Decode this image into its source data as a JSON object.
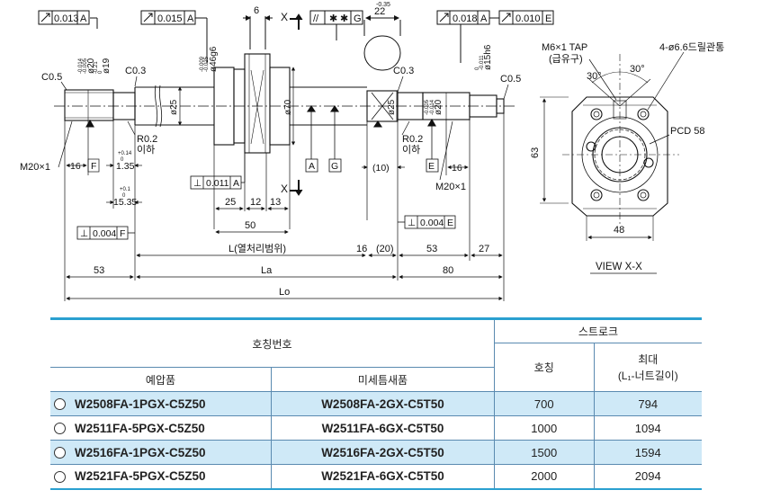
{
  "drawing": {
    "geo_tol": [
      "0.013",
      "A",
      "0.015",
      "A",
      "0.018",
      "A",
      "0.010",
      "E"
    ],
    "sym_tol": [
      "✱",
      "✱",
      "G"
    ],
    "shaft_dims": {
      "d20a": "ø20",
      "d20a_tol": [
        "-0.005",
        "-0.014"
      ],
      "d19": "ø19",
      "d19_tol": [
        "0",
        "-0.21"
      ],
      "d46": "ø46g6",
      "d46_tol": [
        "-0.009",
        "-0.025"
      ],
      "d25a": "ø25",
      "d70": "ø70",
      "d25b": "ø25",
      "d20b": "ø20",
      "d20b_tol": [
        "-0.005",
        "-0.014"
      ],
      "d15": "ø15h6",
      "d15_tol": [
        "0",
        "-0.011"
      ]
    },
    "chamfers": [
      "C0.5",
      "C0.3",
      "C0.3",
      "C0.5"
    ],
    "threads": [
      "M20×1",
      "M20×1"
    ],
    "radius": [
      "R0.2",
      "이하",
      "R0.2",
      "이하"
    ],
    "view_x": "X",
    "key_dims": {
      "six": "6",
      "twentytwo": "22",
      "twentytwo_tol": "-0.35"
    },
    "small_dims": {
      "d16a": "16",
      "d135": "1.35",
      "d135_tol": [
        "+0.14",
        "0"
      ],
      "d1535": "15.35",
      "d1535_tol": [
        "+0.1",
        "0"
      ],
      "d16b": "16",
      "d10": "(10)"
    },
    "datums": [
      "F",
      "A",
      "G",
      "E"
    ],
    "perp": [
      "0.011",
      "A",
      "0.004",
      "F",
      "0.004",
      "E"
    ],
    "nut_dims": [
      "25",
      "12",
      "13",
      "50"
    ],
    "lengths": {
      "L": "L(열처리범위)",
      "d16": "16",
      "d20": "(20)",
      "d53": "53",
      "d27": "27",
      "d53left": "53",
      "La": "La",
      "d80": "80",
      "Lo": "Lo"
    },
    "view": {
      "tap": "M6×1 TAP",
      "tap2": "(급유구)",
      "holes": "4-ø6.6드릴관통",
      "a30a": "30°",
      "a30b": "30°",
      "pcd": "PCD 58",
      "h63": "63",
      "w48": "48",
      "title": "VIEW X-X"
    }
  },
  "table": {
    "h_designation": "호칭번호",
    "h_stroke": "스트로크",
    "h_preload": "예압품",
    "h_micro": "미세틈새품",
    "h_nominal": "호칭",
    "h_max": "최대",
    "h_max_sub": "(L₁-너트길이)",
    "rows": [
      {
        "preload": "W2508FA-1PGX-C5Z50",
        "micro": "W2508FA-2GX-C5T50",
        "nominal": "700",
        "max": "794"
      },
      {
        "preload": "W2511FA-5PGX-C5Z50",
        "micro": "W2511FA-6GX-C5T50",
        "nominal": "1000",
        "max": "1094"
      },
      {
        "preload": "W2516FA-1PGX-C5Z50",
        "micro": "W2516FA-2GX-C5T50",
        "nominal": "1500",
        "max": "1594"
      },
      {
        "preload": "W2521FA-5PGX-C5Z50",
        "micro": "W2521FA-6GX-C5T50",
        "nominal": "2000",
        "max": "2094"
      }
    ]
  },
  "colors": {
    "highlight": "#cfe9f7",
    "rule": "#2aa0d0"
  }
}
